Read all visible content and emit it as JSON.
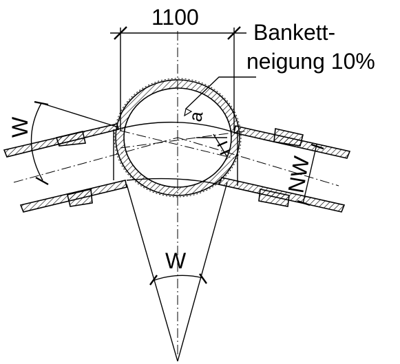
{
  "labels": {
    "width": "1100",
    "banquette_line1": "Bankett-",
    "banquette_line2": "neigung 10%",
    "angle_left": "W",
    "angle_bottom": "W",
    "offset": "a",
    "nominal_width": "NW"
  },
  "colors": {
    "stroke": "#000000",
    "background": "#ffffff"
  }
}
